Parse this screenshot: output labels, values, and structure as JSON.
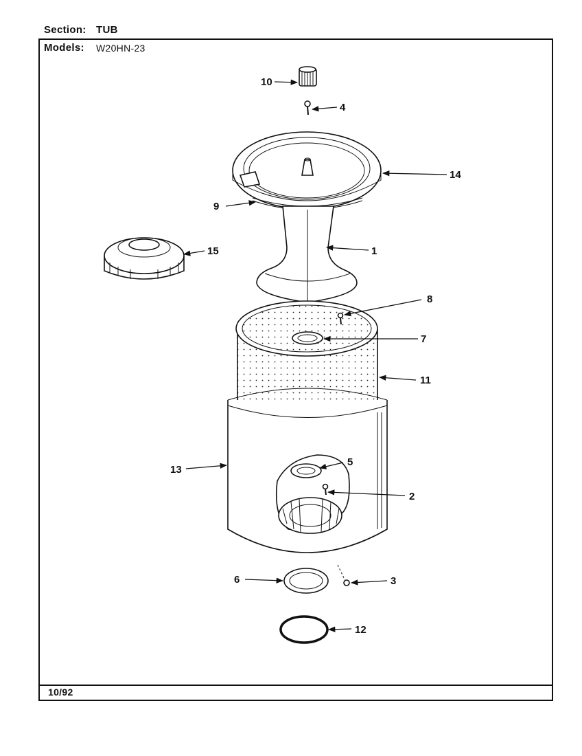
{
  "header": {
    "section_label": "Section:",
    "section_value": "TUB",
    "models_label": "Models:",
    "models_value": "W20HN-23"
  },
  "footer": {
    "date": "10/92"
  },
  "callouts": [
    {
      "id": "c10",
      "text": "10"
    },
    {
      "id": "c4",
      "text": "4"
    },
    {
      "id": "c14",
      "text": "14"
    },
    {
      "id": "c9",
      "text": "9"
    },
    {
      "id": "c15",
      "text": "15"
    },
    {
      "id": "c1",
      "text": "1"
    },
    {
      "id": "c8",
      "text": "8"
    },
    {
      "id": "c7",
      "text": "7"
    },
    {
      "id": "c11",
      "text": "11"
    },
    {
      "id": "c13",
      "text": "13"
    },
    {
      "id": "c5",
      "text": "5"
    },
    {
      "id": "c2",
      "text": "2"
    },
    {
      "id": "c6",
      "text": "6"
    },
    {
      "id": "c3",
      "text": "3"
    },
    {
      "id": "c12",
      "text": "12"
    }
  ],
  "colors": {
    "ink": "#111111",
    "paper": "#ffffff"
  }
}
